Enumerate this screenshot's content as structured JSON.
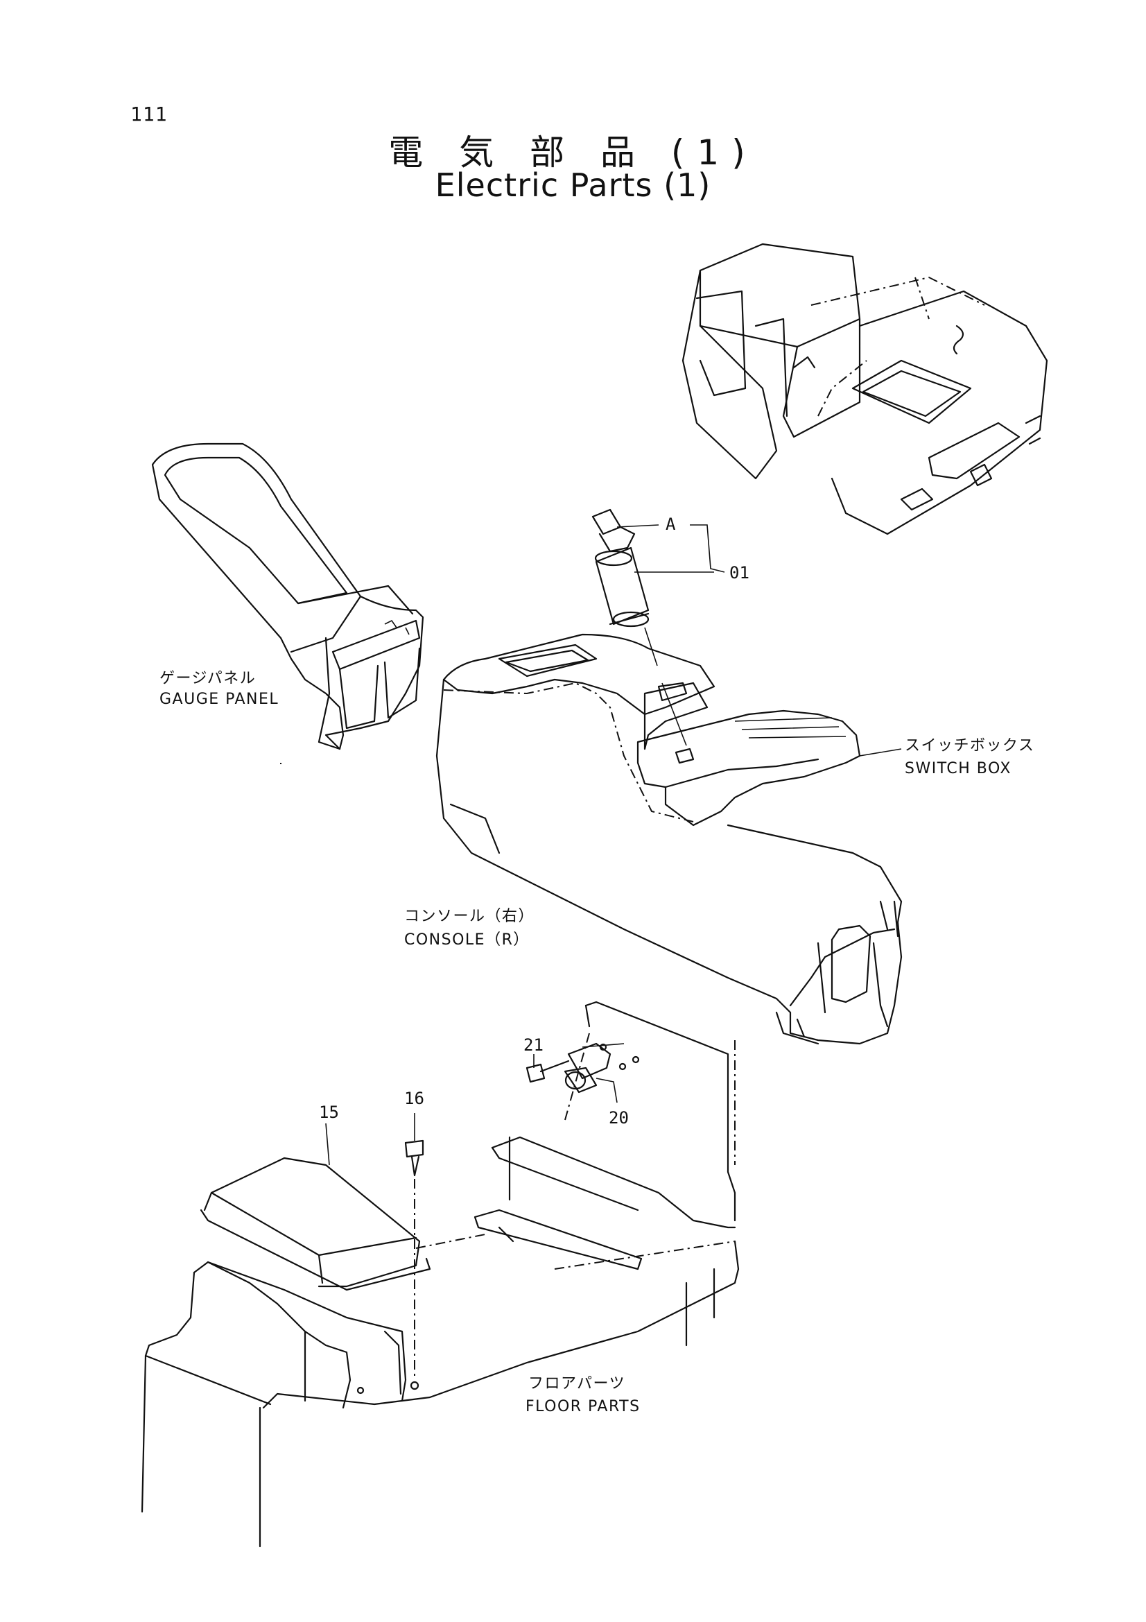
{
  "page": {
    "number": "111"
  },
  "title": {
    "japanese": "電 気 部 品 (1)",
    "english": "Electric Parts (1)"
  },
  "labels": {
    "gauge_panel": {
      "jp": "ゲージパネル",
      "en": "GAUGE PANEL"
    },
    "switch_box": {
      "jp": "スイッチボックス",
      "en": "SWITCH BOX"
    },
    "console": {
      "jp": "コンソール（右）",
      "en": "CONSOLE（R）"
    },
    "floor_parts": {
      "jp": "フロアパーツ",
      "en": "FLOOR PARTS"
    }
  },
  "callouts": {
    "a": "A",
    "p01": "01",
    "p15": "15",
    "p16": "16",
    "p20": "20",
    "p21": "21"
  }
}
